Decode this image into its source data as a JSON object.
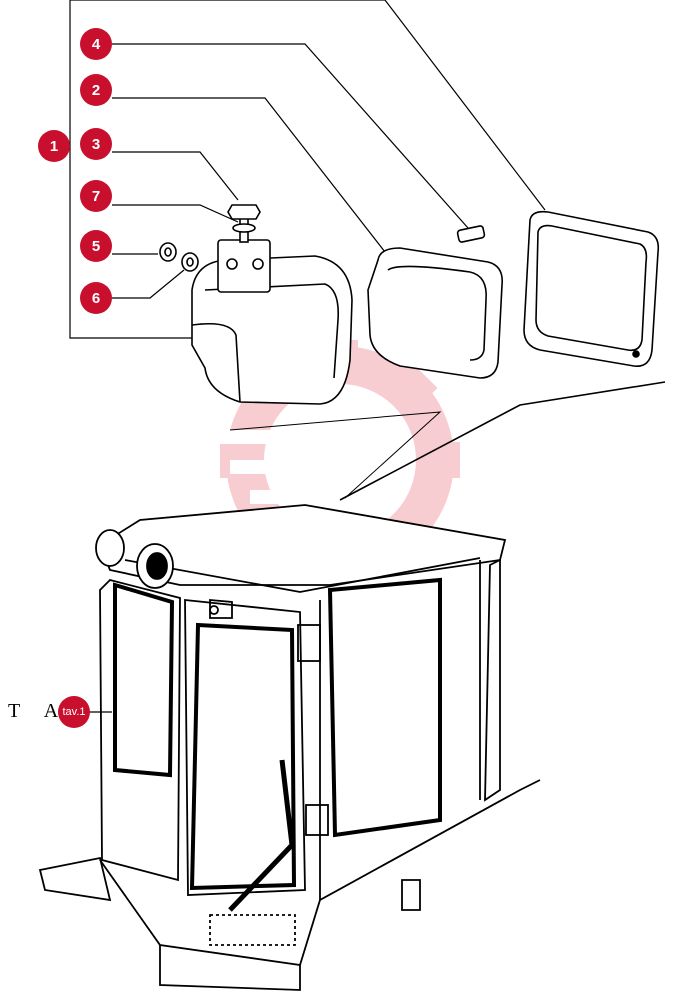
{
  "diagram": {
    "callouts": [
      {
        "id": "1",
        "label": "1"
      },
      {
        "id": "2",
        "label": "2"
      },
      {
        "id": "3",
        "label": "3"
      },
      {
        "id": "4",
        "label": "4"
      },
      {
        "id": "5",
        "label": "5"
      },
      {
        "id": "6",
        "label": "6"
      },
      {
        "id": "7",
        "label": "7"
      }
    ],
    "reference": {
      "prefix": "T A",
      "badge": "tav.1"
    }
  },
  "colors": {
    "callout": "#c8102e",
    "line": "#000000",
    "watermark": "#f4a6ad"
  }
}
